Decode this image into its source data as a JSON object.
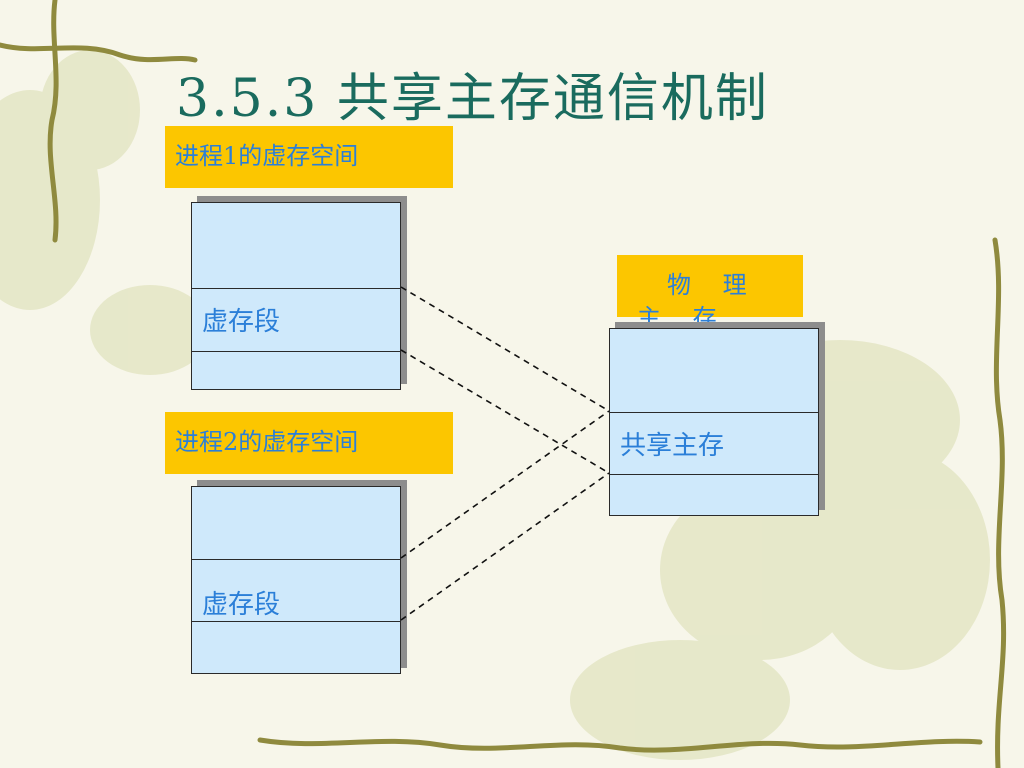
{
  "title": "3.5.3 共享主存通信机制",
  "process1": {
    "label": "进程1的虚存空间",
    "segment": "虚存段"
  },
  "process2": {
    "label": "进程2的虚存空间",
    "segment": "虚存段"
  },
  "physical_memory": {
    "label": "物 理 主 存",
    "segment": "共享主存"
  },
  "colors": {
    "label_bg": "#fcc600",
    "text": "#2b7fd8",
    "block_fill": "#cfe9fb",
    "title": "#1a6b5e"
  }
}
